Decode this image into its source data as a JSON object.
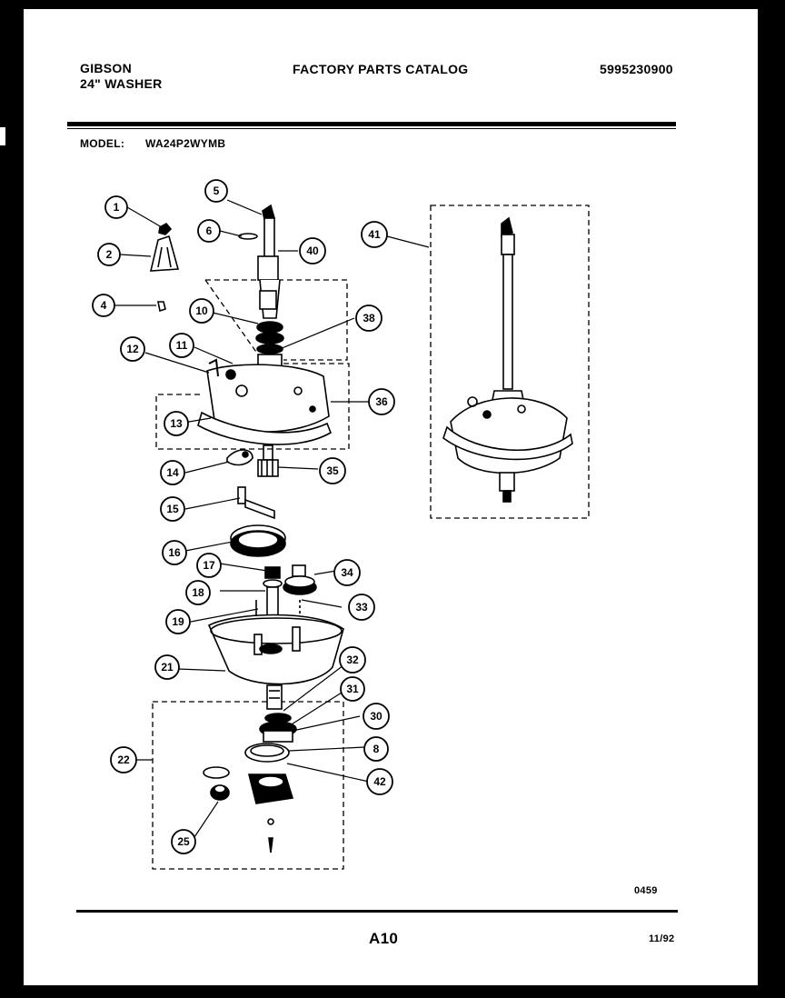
{
  "header": {
    "brand": "GIBSON",
    "product": "24\" WASHER",
    "catalog_title": "FACTORY PARTS CATALOG",
    "catalog_number": "5995230900",
    "model_label": "MODEL:",
    "model_number": "WA24P2WYMB"
  },
  "diagram": {
    "callouts": [
      "1",
      "2",
      "4",
      "5",
      "6",
      "40",
      "10",
      "38",
      "11",
      "12",
      "13",
      "36",
      "14",
      "35",
      "15",
      "16",
      "17",
      "34",
      "18",
      "33",
      "19",
      "21",
      "32",
      "31",
      "30",
      "8",
      "22",
      "42",
      "25",
      "41"
    ],
    "drawing_code": "0459"
  },
  "footer": {
    "page": "A10",
    "date": "11/92"
  },
  "colors": {
    "ink": "#000000",
    "paper": "#ffffff",
    "frame": "#000000"
  }
}
